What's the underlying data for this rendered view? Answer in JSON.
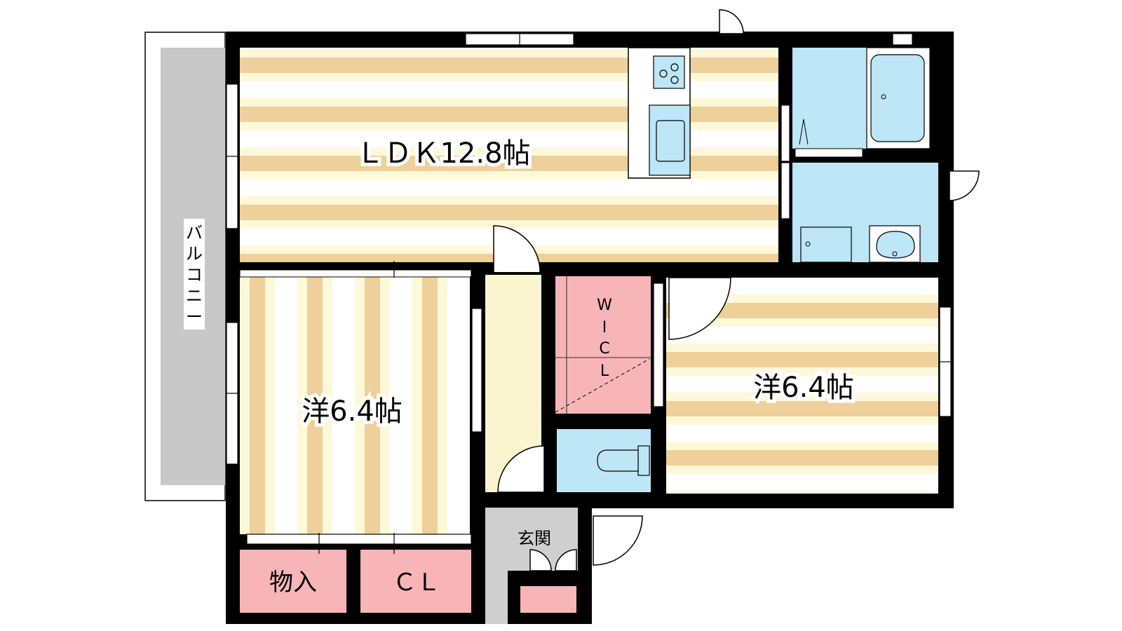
{
  "rooms": {
    "ldk": "ＬＤＫ12.8帖",
    "western_left": "洋6.4帖",
    "western_right": "洋6.4帖",
    "wic_chars": [
      "W",
      "I",
      "C",
      "L"
    ],
    "storage": "物入",
    "closet": "ＣＬ",
    "entrance": "玄関",
    "balcony_chars": [
      "バ",
      "ル",
      "コ",
      "ニ",
      "ー"
    ]
  },
  "colors": {
    "wall": "#000000",
    "floor_stripe": "#efd09a",
    "floor_light": "#fdf8d8",
    "wet_area": "#bde6f6",
    "closet_pink": "#f7b5b8",
    "balcony_gray": "#c8c8c8",
    "entrance_gray": "#cfcfcf",
    "hall_yellow": "#fbf6d0"
  }
}
